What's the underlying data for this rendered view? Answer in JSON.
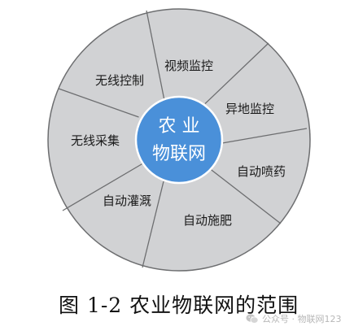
{
  "diagram": {
    "center_lines": [
      "农 业",
      "物联网"
    ],
    "segments": [
      "视频监控",
      "异地监控",
      "自动喷药",
      "自动施肥",
      "自动灌溉",
      "无线采集",
      "无线控制"
    ],
    "colors": {
      "ring_fill": "#d1d2d4",
      "ring_stroke": "#6d6e70",
      "center_fill": "#4a90d9",
      "center_stroke": "#ffffff",
      "center_text": "#ffffff",
      "segment_text": "#1a1a1a"
    }
  },
  "caption": "图 1-2  农业物联网的范围",
  "watermark": {
    "text": "公众号 · 物联网123",
    "icon": "wechat-icon"
  }
}
